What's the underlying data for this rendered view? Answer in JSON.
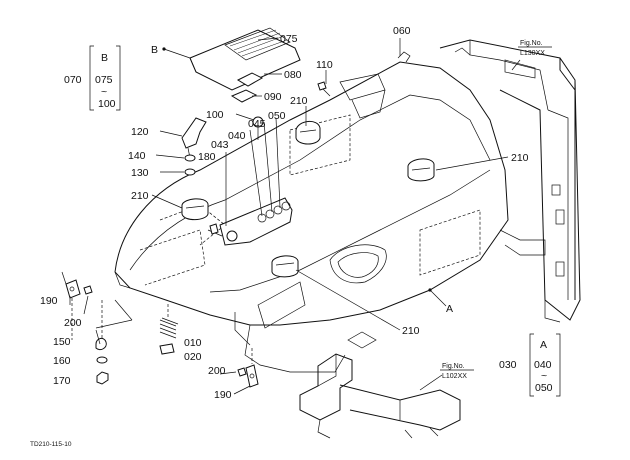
{
  "callouts": {
    "c075": "075",
    "c060": "060",
    "c080": "080",
    "c110": "110",
    "c090": "090",
    "c210_top": "210",
    "c100": "100",
    "c045": "045",
    "c050": "050",
    "c040": "040",
    "c120": "120",
    "c140": "140",
    "c180": "180",
    "c043": "043",
    "c130": "130",
    "c210_left": "210",
    "c210_right": "210",
    "c190_left": "190",
    "c200_left": "200",
    "c150": "150",
    "c160": "160",
    "c170": "170",
    "c010": "010",
    "c020": "020",
    "c200_bottom": "200",
    "c190_bottom": "190",
    "c210_bottom": "210",
    "cA": "A",
    "cB": "B"
  },
  "group_b": {
    "parent": "070",
    "letter": "B",
    "first": "075",
    "tilde": "~",
    "last": "100"
  },
  "group_a": {
    "parent": "030",
    "letter": "A",
    "first": "040",
    "tilde": "~",
    "last": "050"
  },
  "fig_refs": {
    "top_prefix": "Fig.No.",
    "top_code": "L130XX",
    "bottom_prefix": "Fig.No.",
    "bottom_code": "L102XX"
  },
  "drawing_code": "TD210-115-10"
}
